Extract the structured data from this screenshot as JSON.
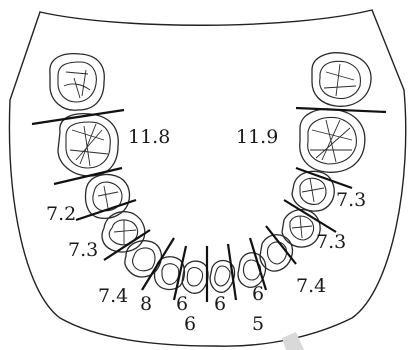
{
  "labels": {
    "left_molar_1": "11.8",
    "right_molar_1": "11.9",
    "left_premolar_2": "7.2",
    "right_premolar_2": "7.3",
    "left_premolar_1": "7.3",
    "right_premolar_1": "7.3",
    "left_canine": "7.4",
    "right_canine": "7.4",
    "left_lateral": "8",
    "right_lateral": "6",
    "left_central_a": "6",
    "left_central_b": "6",
    "right_central_a": "6",
    "right_central_b": "5"
  }
}
